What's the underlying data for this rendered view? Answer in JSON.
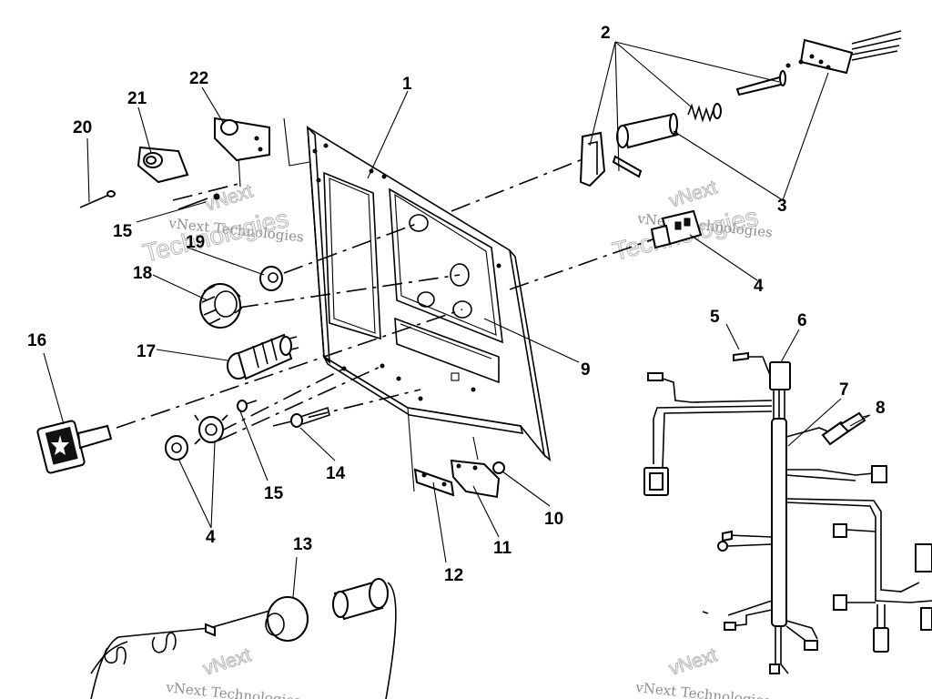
{
  "callouts": {
    "c1": "1",
    "c2": "2",
    "c3": "3",
    "c4a": "4",
    "c4b": "4",
    "c5": "5",
    "c6": "6",
    "c7": "7",
    "c8": "8",
    "c9": "9",
    "c10": "10",
    "c11": "11",
    "c12": "12",
    "c13": "13",
    "c14": "14",
    "c15a": "15",
    "c15b": "15",
    "c16": "16",
    "c17": "17",
    "c18": "18",
    "c19": "19",
    "c20": "20",
    "c21": "21",
    "c22": "22"
  },
  "watermark": {
    "line1": "vNext",
    "line2": "vNext Technologies",
    "line3": "Technologies"
  },
  "colors": {
    "ink": "#000000",
    "watermark": "#b5b5b5",
    "paper": "#ffffff"
  }
}
